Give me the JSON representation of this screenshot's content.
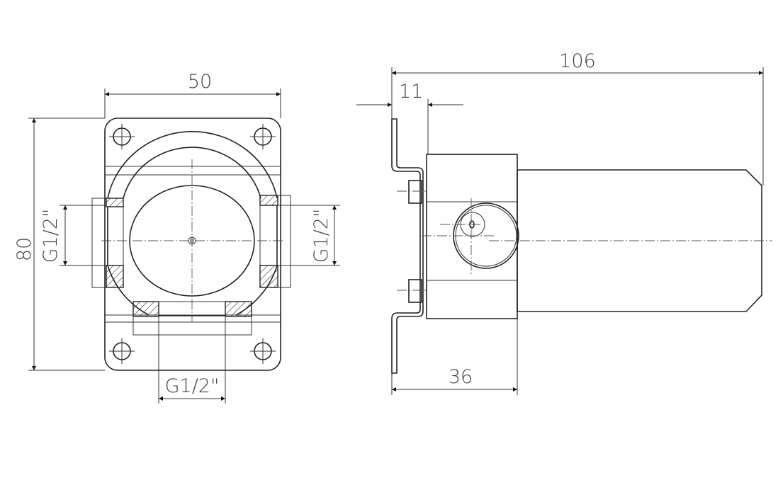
{
  "front_view": {
    "width_dim": "50",
    "height_dim": "80",
    "left_port": "G1/2\"",
    "right_port": "G1/2\"",
    "bottom_port": "G1/2\""
  },
  "side_view": {
    "total_length_dim": "106",
    "bracket_offset_dim": "11",
    "body_depth_dim": "36"
  },
  "colors": {
    "line": "#222222",
    "background": "#ffffff"
  }
}
